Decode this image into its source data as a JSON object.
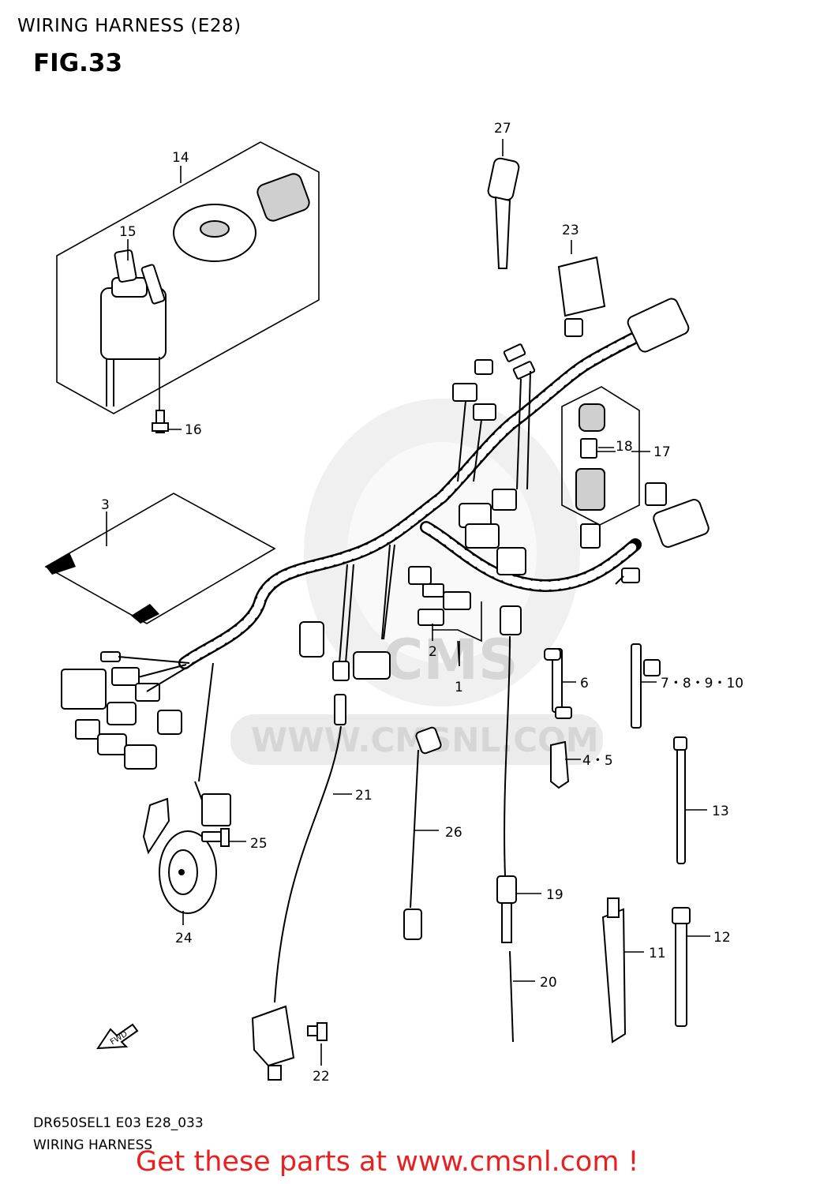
{
  "header": {
    "section_title": "WIRING HARNESS (E28)",
    "figure": "FIG.33"
  },
  "footer": {
    "model_code": "DR650SEL1 E03 E28_033",
    "caption": "WIRING HARNESS"
  },
  "cta": "Get these parts at www.cmsnl.com !",
  "watermark": {
    "text": "WWW.CMSNL.COM",
    "logo": "CMS"
  },
  "fwd_label": "FWD",
  "callouts": {
    "c1": "1",
    "c2": "2",
    "c3": "3",
    "c45": "4・5",
    "c6": "6",
    "c7_10": "7・8・9・10",
    "c11": "11",
    "c12": "12",
    "c13": "13",
    "c14": "14",
    "c15": "15",
    "c16": "16",
    "c17": "17",
    "c18": "18",
    "c19": "19",
    "c20": "20",
    "c21": "21",
    "c22": "22",
    "c23": "23",
    "c24": "24",
    "c25": "25",
    "c26": "26",
    "c27": "27"
  },
  "colors": {
    "cta": "#e8201f",
    "line": "#000000",
    "watermark": "#e3e3e3"
  }
}
